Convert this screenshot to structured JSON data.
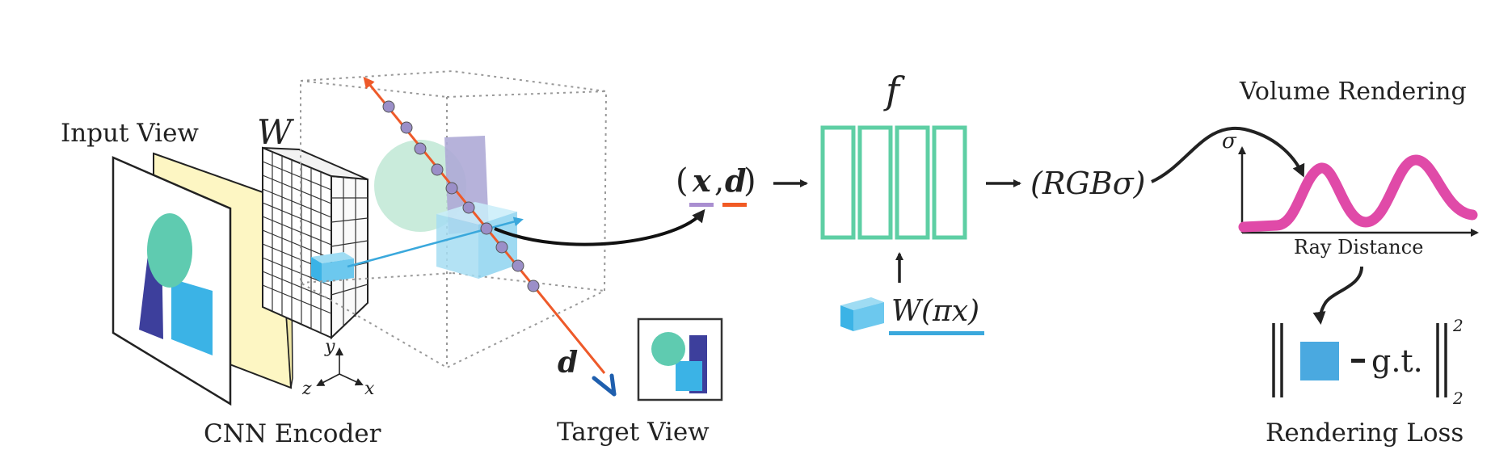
{
  "labels": {
    "input_view": "Input View",
    "cnn_encoder": "CNN Encoder",
    "feature_grid": "W",
    "axis_y": "y",
    "axis_z": "z",
    "axis_x": "x",
    "direction": "d",
    "target_view": "Target View",
    "query_open": "(",
    "query_x": "x",
    "query_comma": ",",
    "query_d": "d",
    "query_close": ")",
    "mlp": "f",
    "feature_query": "W(πx)",
    "output": "(RGBσ)",
    "volume_rendering": "Volume Rendering",
    "sigma_axis": "σ",
    "ray_distance": "Ray Distance",
    "gt": "g.t.",
    "norm_sup": "2",
    "norm_sub": "2",
    "rendering_loss": "Rendering Loss"
  },
  "colors": {
    "ray": "#ee5a2a",
    "sample_point": "#9b8fc8",
    "teal_shape": "#5fcbb0",
    "blue_shape": "#3bb3e6",
    "indigo_shape": "#3d3f9c",
    "yellow_panel": "#fdf6c3",
    "mlp_green": "#5ecfa4",
    "density_curve": "#e04aa8",
    "x_underline": "#a98ed0",
    "d_underline": "#f15a24",
    "w_underline": "#3aa8dc",
    "lavender": "#aeaad6",
    "sphere": "#bfe8d5",
    "projection_arrow": "#3aa8dc"
  },
  "icons": [
    "camera-icon",
    "feature-cube-icon",
    "pixel-square-icon"
  ]
}
